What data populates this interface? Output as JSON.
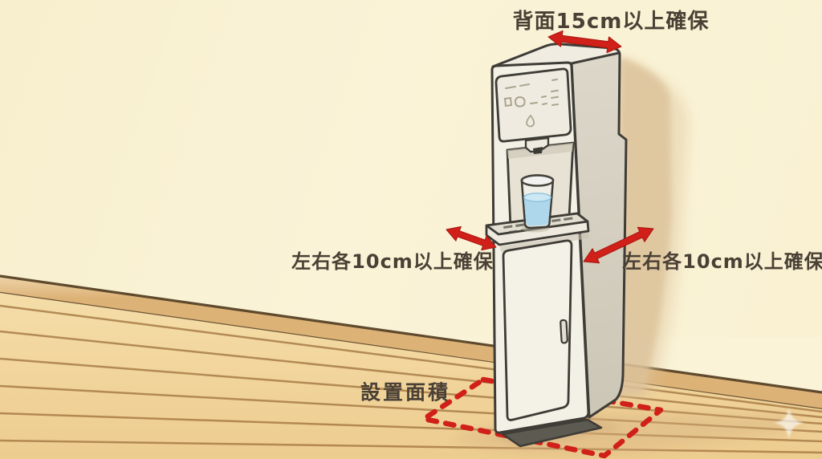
{
  "labels": {
    "back_clearance": "背面15cm以上確保",
    "left_clearance": "左右各10cm以上確保",
    "right_clearance": "左右各10cm以上確保",
    "installation_area": "設置面積"
  },
  "icons": {
    "panel_droplet": "water-droplet-icon",
    "watermark": "four-point-sparkle-icon"
  },
  "colors": {
    "red": "#d02019",
    "text": "#4a4035",
    "wall": "#faf3d7",
    "wall_shadow": "#dcc29a",
    "baseboard": "#e3bd88",
    "baseboard_line": "#5f4a2d",
    "floor_top": "#f5dda8",
    "floor_bottom": "#edcc8f",
    "plank": "#a97d47",
    "outline": "#3e3c36",
    "unit_front": "#f3f0e6",
    "unit_side": "#d6d0c2",
    "unit_top": "#f0ece1",
    "panel": "#efebe0",
    "panel_icon": "#aba58f",
    "alcove": "#e7e2d3",
    "tray": "#e2ded0",
    "tray_front": "#eeeadf",
    "door": "#f4f1e7",
    "handle": "#e2ddcf",
    "plinth": "#5d5a51",
    "water": "#aed7ec",
    "water_top": "#cde8f5",
    "floor_shadow": "#d5b080"
  }
}
